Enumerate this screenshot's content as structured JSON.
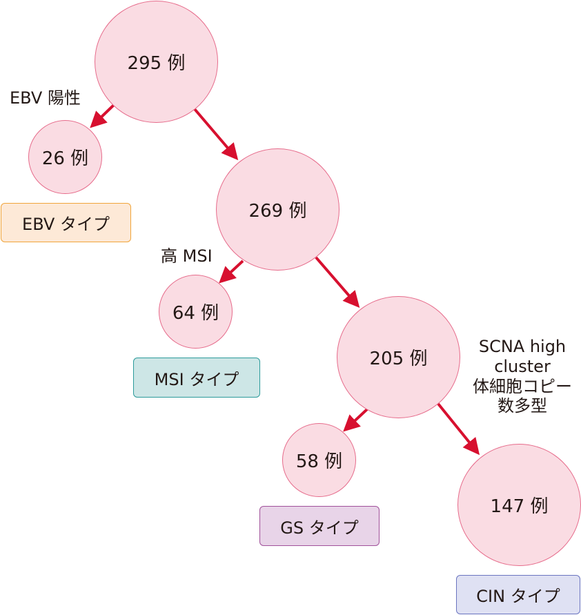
{
  "nodes": {
    "n295": "295 例",
    "n26": "26 例",
    "n269": "269 例",
    "n64": "64 例",
    "n205": "205 例",
    "n58": "58 例",
    "n147": "147 例"
  },
  "edge_labels": {
    "ebv_positive": "EBV 陽性",
    "high_msi": "高 MSI",
    "scna_line1": "SCNA high",
    "scna_line2": "cluster",
    "scna_line3": "体細胞コピー",
    "scna_line4": "数多型"
  },
  "types": {
    "ebv": {
      "label": "EBV タイプ",
      "bg": "#fde9d7",
      "border": "#f0a43a"
    },
    "msi": {
      "label": "MSI タイプ",
      "bg": "#cde6e6",
      "border": "#2a9a9a"
    },
    "gs": {
      "label": "GS タイプ",
      "bg": "#e8d4e8",
      "border": "#a0509a"
    },
    "cin": {
      "label": "CIN タイプ",
      "bg": "#dfe1f3",
      "border": "#6a74c0"
    }
  },
  "colors": {
    "arrow": "#d7102f",
    "node_fill": "#fadce3",
    "node_border": "#e66a8a"
  }
}
